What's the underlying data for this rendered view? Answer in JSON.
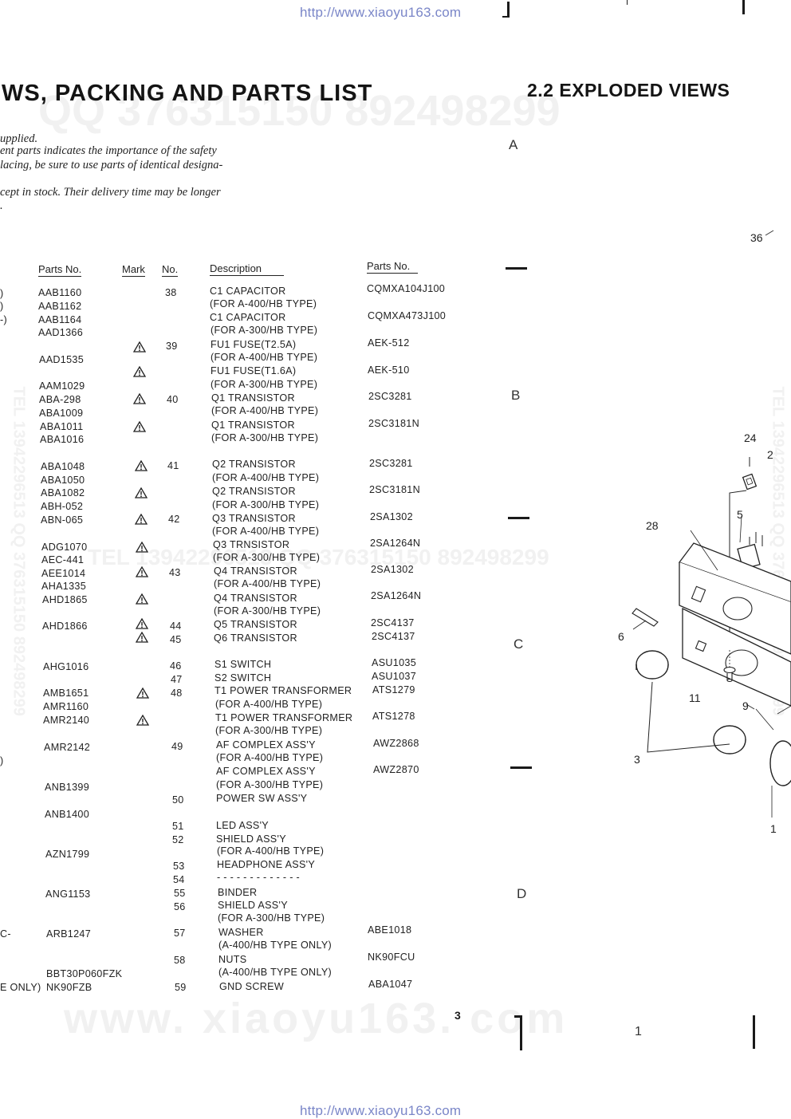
{
  "header_url": "http://www.xiaoyu163.com",
  "footer_url": "http://www.xiaoyu163.com",
  "watermarks": {
    "qq": "QQ 376315150   892498299",
    "tel_h": "TEL 13942296513   QQ 376315150   892498299",
    "tel_v_left": "TEL 13942296513   QQ 376315150   892498299",
    "tel_v_right": "TEL 13942296513   QQ 376315150   892498299",
    "site": "www. xiaoyu163. com"
  },
  "section_title": "WS,  PACKING  AND  PARTS  LIST",
  "exploded_title": "2.2  EXPLODED VIEWS",
  "notes": [
    "upplied.",
    "ent parts indicates the importance of the safety",
    "lacing, be sure to use parts of identical designa-",
    "cept in stock. Their delivery time may be longer",
    "."
  ],
  "left_col": {
    "header": "Parts No.",
    "rows": [
      "AAB1160",
      "AAB1162",
      "AAB1164",
      "AAD1366",
      "AAD1535",
      "AAM1029",
      "ABA-298",
      "ABA1009",
      "ABA1011",
      "ABA1016",
      "ABA1048",
      "ABA1050",
      "ABA1082",
      "ABH-052",
      "ABN-065",
      "ADG1070",
      "AEC-441",
      "AEE1014",
      "AHA1335",
      "AHD1865",
      "AHD1866",
      "AHG1016",
      "AMB1651",
      "AMR1160",
      "AMR2140",
      "AMR2142",
      "ANB1399",
      "ANB1400",
      "AZN1799",
      "ANG1153",
      "ARB1247",
      "BBT30P060FZK",
      "NK90FZB"
    ],
    "edge_fragments": [
      ")",
      ")",
      "-)",
      ")",
      "C-",
      "E ONLY)"
    ]
  },
  "mark_header": "Mark",
  "no_header": "No.",
  "desc_header": "Description",
  "right_parts_header": "Parts No.",
  "nos": [
    "38",
    "39",
    "40",
    "41",
    "42",
    "43",
    "44",
    "45",
    "46",
    "47",
    "48",
    "49",
    "50",
    "51",
    "52",
    "53",
    "54",
    "55",
    "56",
    "57",
    "58",
    "59"
  ],
  "descriptions": [
    "C1 CAPACITOR",
    "(FOR A-400/HB TYPE)",
    "C1 CAPACITOR",
    "(FOR A-300/HB TYPE)",
    "FU1 FUSE(T2.5A)",
    "(FOR A-400/HB TYPE)",
    "FU1 FUSE(T1.6A)",
    "(FOR A-300/HB TYPE)",
    "Q1 TRANSISTOR",
    "(FOR A-400/HB TYPE)",
    "Q1 TRANSISTOR",
    "(FOR A-300/HB TYPE)",
    "Q2 TRANSISTOR",
    "(FOR A-400/HB TYPE)",
    "Q2 TRANSISTOR",
    "(FOR A-300/HB TYPE)",
    "Q3 TRANSISTOR",
    "(FOR A-400/HB TYPE)",
    "Q3 TRNSISTOR",
    "(FOR A-300/HB TYPE)",
    "Q4 TRANSISTOR",
    "(FOR A-400/HB TYPE)",
    "Q4 TRANSISTOR",
    "(FOR A-300/HB TYPE)",
    "Q5 TRANSISTOR",
    "Q6 TRANSISTOR",
    "S1 SWITCH",
    "S2 SWITCH",
    "T1 POWER TRANSFORMER",
    "(FOR A-400/HB TYPE)",
    "T1 POWER TRANSFORMER",
    "(FOR A-300/HB TYPE)",
    "AF COMPLEX ASS'Y",
    "(FOR A-400/HB TYPE)",
    "AF COMPLEX ASS'Y",
    "(FOR A-300/HB TYPE)",
    "POWER SW ASS'Y",
    "LED ASS'Y",
    "SHIELD ASS'Y",
    "(FOR A-400/HB TYPE)",
    "HEADPHONE ASS'Y",
    "- - - - - - - - - - - - -",
    "BINDER",
    "SHIELD ASS'Y",
    "(FOR A-300/HB TYPE)",
    "WASHER",
    "(A-400/HB TYPE ONLY)",
    "NUTS",
    "(A-400/HB TYPE ONLY)",
    "GND SCREW"
  ],
  "right_parts": [
    "CQMXA104J100",
    "CQMXA473J100",
    "AEK-512",
    "AEK-510",
    "2SC3281",
    "2SC3181N",
    "2SC3281",
    "2SC3181N",
    "2SA1302",
    "2SA1264N",
    "2SA1302",
    "2SA1264N",
    "2SC4137",
    "2SC4137",
    "ASU1035",
    "ASU1037",
    "ATS1279",
    "ATS1278",
    "AWZ2868",
    "AWZ2870",
    "ABE1018",
    "NK90FCU",
    "ABA1047"
  ],
  "page_number": "3",
  "sections": [
    "A",
    "B",
    "C",
    "D"
  ],
  "diagram_labels": [
    "36",
    "24",
    "2",
    "5",
    "28",
    "6",
    "11",
    "9",
    "3",
    "1"
  ],
  "bottom_number": "1"
}
